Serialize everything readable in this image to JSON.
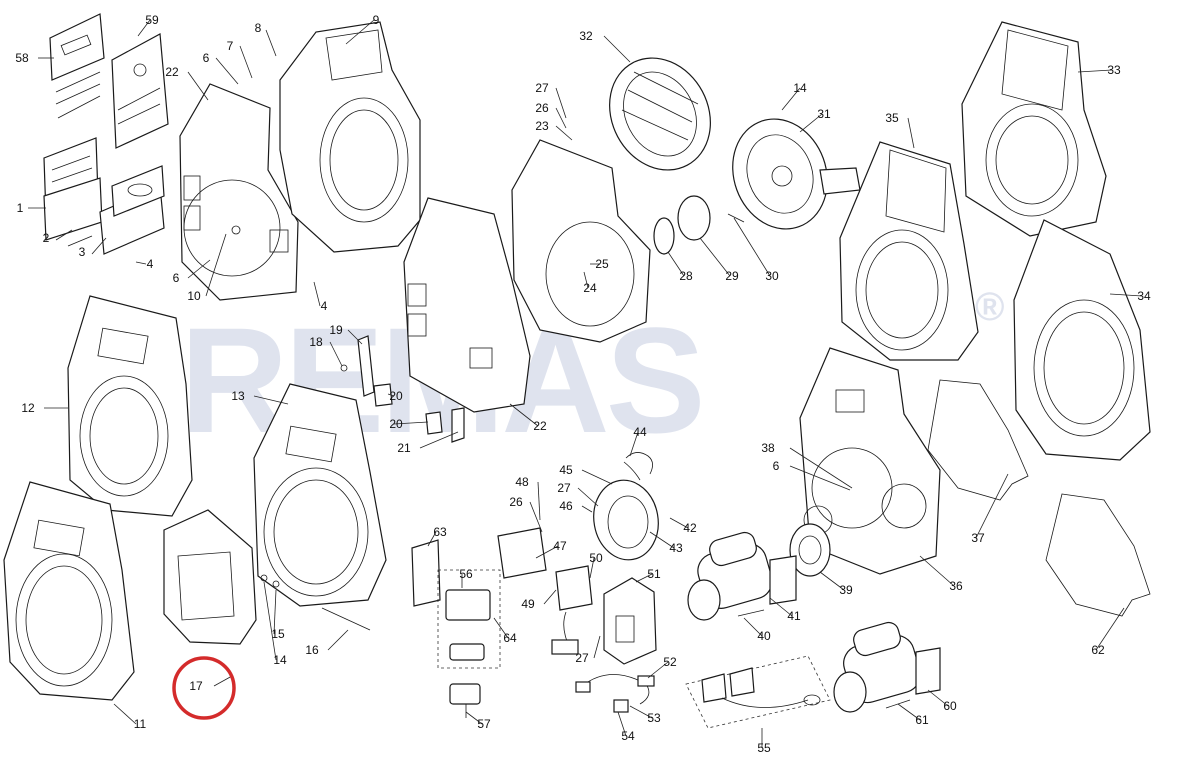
{
  "watermark": {
    "brand": "REMAS",
    "mark": "®",
    "color": "#dfe3ee"
  },
  "highlight": {
    "part": "17",
    "color": "#d42b2b"
  },
  "callouts": [
    {
      "label": "58"
    },
    {
      "label": "59"
    },
    {
      "label": "1"
    },
    {
      "label": "2"
    },
    {
      "label": "3"
    },
    {
      "label": "4"
    },
    {
      "label": "7"
    },
    {
      "label": "6"
    },
    {
      "label": "8"
    },
    {
      "label": "9"
    },
    {
      "label": "22"
    },
    {
      "label": "6"
    },
    {
      "label": "10"
    },
    {
      "label": "4"
    },
    {
      "label": "12"
    },
    {
      "label": "11"
    },
    {
      "label": "13"
    },
    {
      "label": "15"
    },
    {
      "label": "14"
    },
    {
      "label": "16"
    },
    {
      "label": "17"
    },
    {
      "label": "18"
    },
    {
      "label": "19"
    },
    {
      "label": "20"
    },
    {
      "label": "20"
    },
    {
      "label": "21"
    },
    {
      "label": "22"
    },
    {
      "label": "27"
    },
    {
      "label": "26"
    },
    {
      "label": "23"
    },
    {
      "label": "25"
    },
    {
      "label": "24"
    },
    {
      "label": "32"
    },
    {
      "label": "14"
    },
    {
      "label": "31"
    },
    {
      "label": "28"
    },
    {
      "label": "29"
    },
    {
      "label": "30"
    },
    {
      "label": "35"
    },
    {
      "label": "33"
    },
    {
      "label": "34"
    },
    {
      "label": "38"
    },
    {
      "label": "6"
    },
    {
      "label": "36"
    },
    {
      "label": "37"
    },
    {
      "label": "39"
    },
    {
      "label": "62"
    },
    {
      "label": "44"
    },
    {
      "label": "45"
    },
    {
      "label": "27"
    },
    {
      "label": "46"
    },
    {
      "label": "42"
    },
    {
      "label": "43"
    },
    {
      "label": "48"
    },
    {
      "label": "26"
    },
    {
      "label": "47"
    },
    {
      "label": "49"
    },
    {
      "label": "50"
    },
    {
      "label": "51"
    },
    {
      "label": "27"
    },
    {
      "label": "63"
    },
    {
      "label": "56"
    },
    {
      "label": "64"
    },
    {
      "label": "57"
    },
    {
      "label": "52"
    },
    {
      "label": "53"
    },
    {
      "label": "54"
    },
    {
      "label": "55"
    },
    {
      "label": "40"
    },
    {
      "label": "41"
    },
    {
      "label": "60"
    },
    {
      "label": "61"
    }
  ]
}
